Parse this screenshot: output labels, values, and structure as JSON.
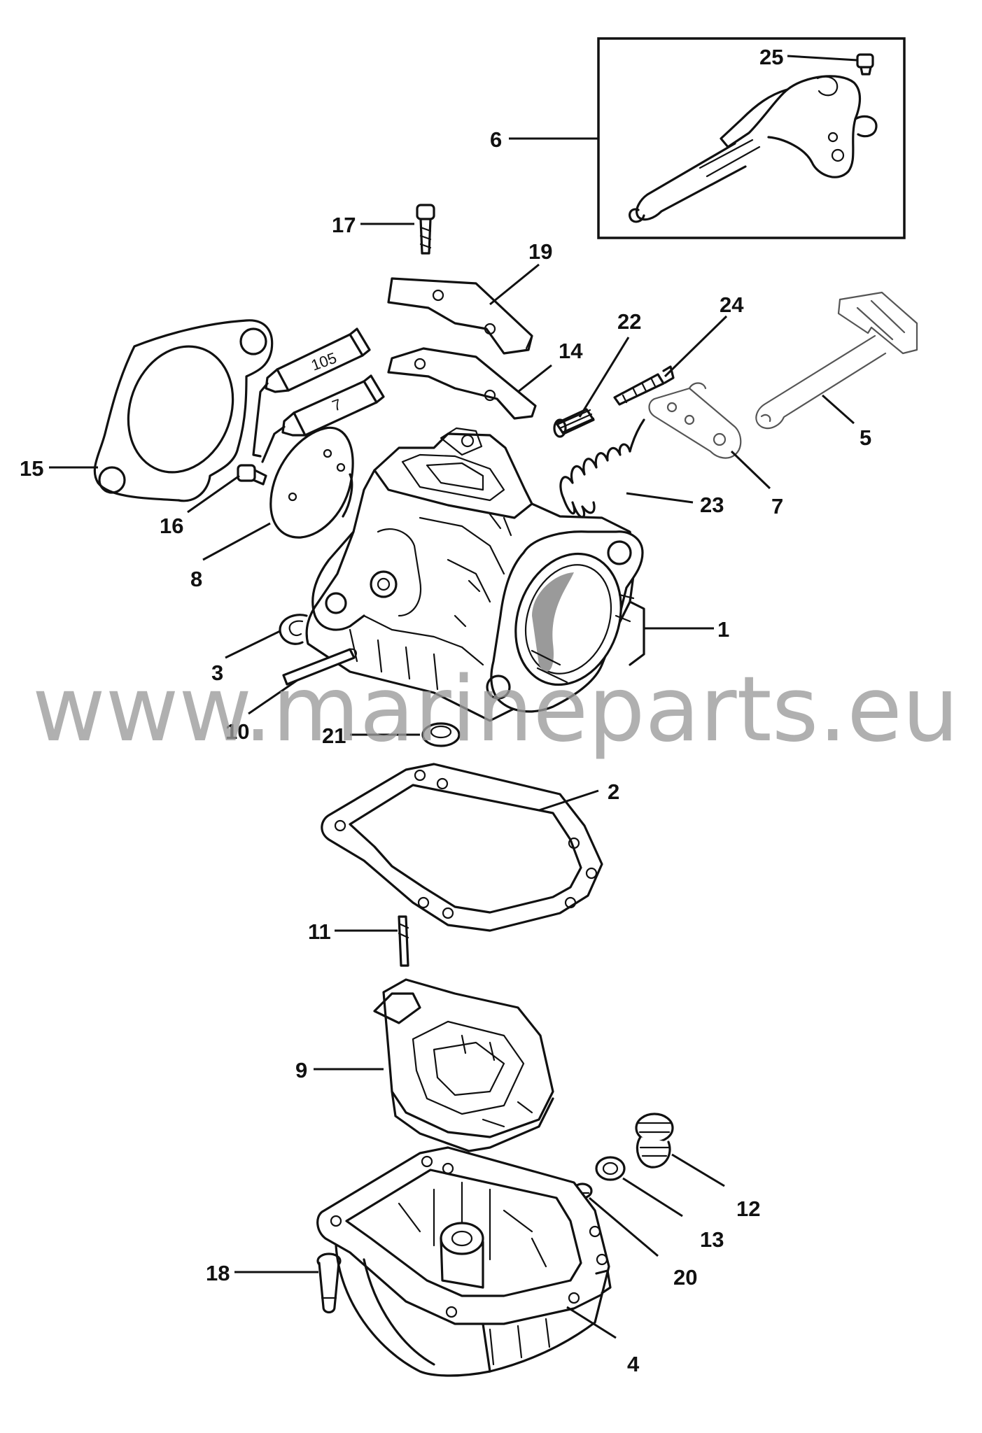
{
  "watermark": {
    "text": "www.marineparts.eu"
  },
  "tube_labels": {
    "upper": "105",
    "lower": "7"
  },
  "callouts": [
    {
      "id": "25",
      "label": "25"
    },
    {
      "id": "6",
      "label": "6"
    },
    {
      "id": "17",
      "label": "17"
    },
    {
      "id": "19",
      "label": "19"
    },
    {
      "id": "22",
      "label": "22"
    },
    {
      "id": "24",
      "label": "24"
    },
    {
      "id": "14",
      "label": "14"
    },
    {
      "id": "15",
      "label": "15"
    },
    {
      "id": "5",
      "label": "5"
    },
    {
      "id": "16",
      "label": "16"
    },
    {
      "id": "23",
      "label": "23"
    },
    {
      "id": "7",
      "label": "7"
    },
    {
      "id": "8",
      "label": "8"
    },
    {
      "id": "1",
      "label": "1"
    },
    {
      "id": "3",
      "label": "3"
    },
    {
      "id": "10",
      "label": "10"
    },
    {
      "id": "21",
      "label": "21"
    },
    {
      "id": "2",
      "label": "2"
    },
    {
      "id": "11",
      "label": "11"
    },
    {
      "id": "9",
      "label": "9"
    },
    {
      "id": "12",
      "label": "12"
    },
    {
      "id": "13",
      "label": "13"
    },
    {
      "id": "20",
      "label": "20"
    },
    {
      "id": "18",
      "label": "18"
    },
    {
      "id": "4",
      "label": "4"
    }
  ]
}
